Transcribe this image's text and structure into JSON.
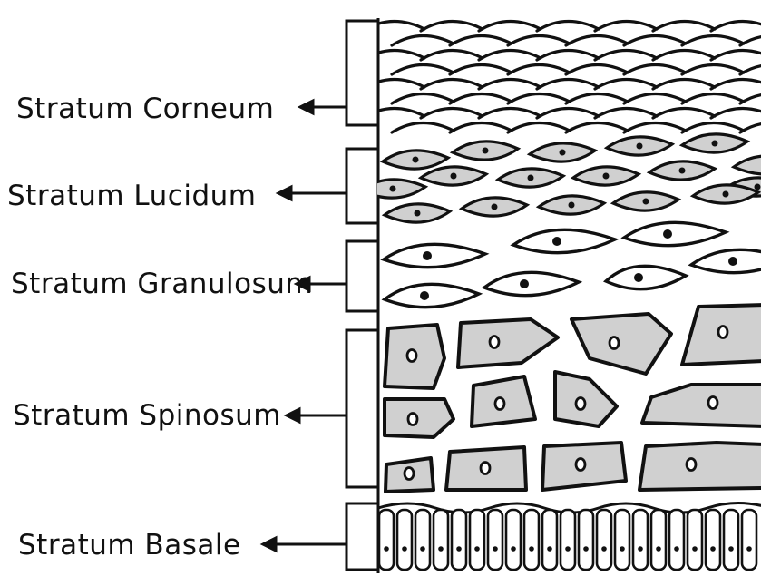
{
  "layers": [
    {
      "id": "corneum",
      "label": "Stratum Corneum"
    },
    {
      "id": "lucidum",
      "label": "Stratum Lucidum"
    },
    {
      "id": "granulosum",
      "label": "Stratum Granulosum"
    },
    {
      "id": "spinosum",
      "label": "Stratum Spinosum"
    },
    {
      "id": "basale",
      "label": "Stratum Basale"
    }
  ],
  "colors": {
    "ink": "#111111",
    "cell_fill": "#d0d0d0",
    "background": "#ffffff"
  }
}
